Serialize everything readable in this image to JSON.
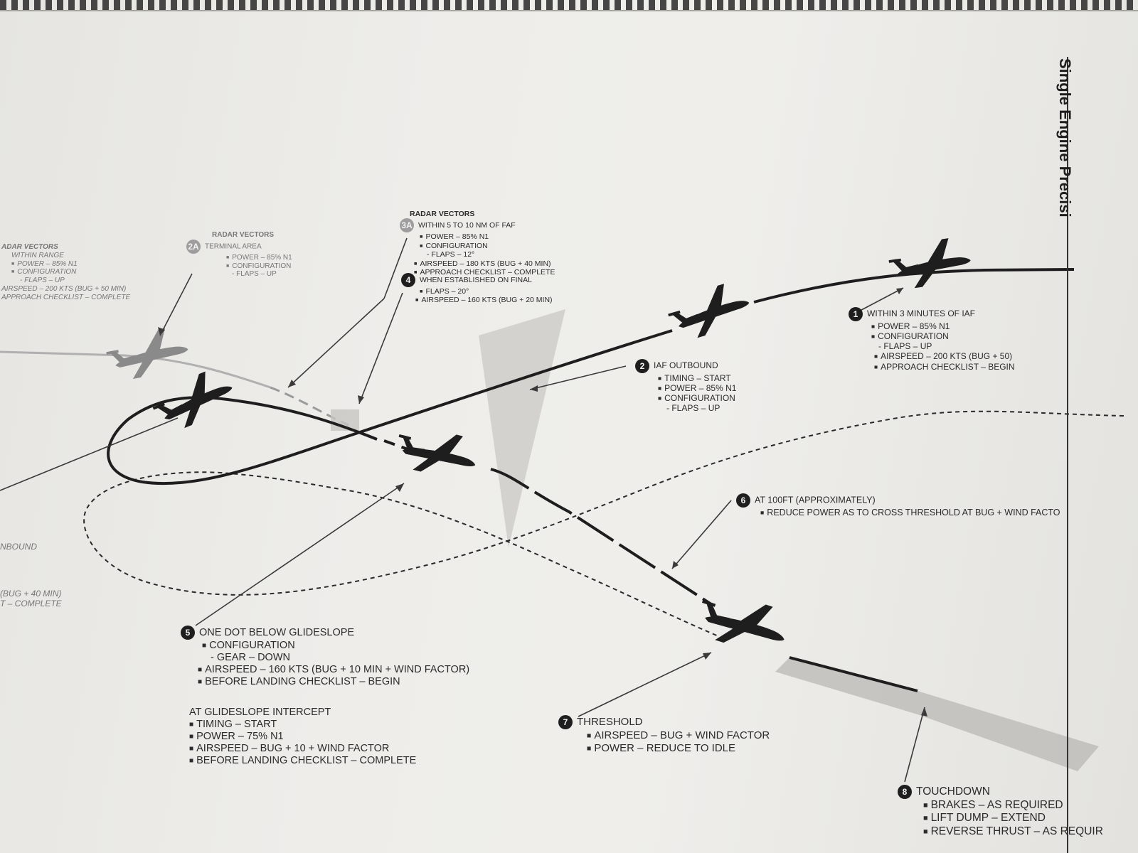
{
  "page": {
    "title": "Single Engine Precisi"
  },
  "callouts": {
    "c2a": {
      "header": "RADAR VECTORS",
      "badge": "2A",
      "lines": [
        "TERMINAL AREA",
        "POWER – 85% N1",
        "CONFIGURATION",
        "- FLAPS – UP"
      ]
    },
    "c1a": {
      "header": "ADAR VECTORS",
      "lines": [
        "WITHIN RANGE",
        "POWER – 85% N1",
        "CONFIGURATION",
        "- FLAPS – UP",
        "AIRSPEED – 200 KTS (BUG + 50 MIN)",
        "APPROACH CHECKLIST – COMPLETE"
      ]
    },
    "c3a": {
      "header": "RADAR VECTORS",
      "badge": "3A",
      "lines": [
        "WITHIN 5 TO 10 NM OF FAF",
        "POWER – 85% N1",
        "CONFIGURATION",
        "- FLAPS – 12°",
        "AIRSPEED – 180 KTS (BUG + 40 MIN)",
        "APPROACH CHECKLIST – COMPLETE"
      ]
    },
    "c4": {
      "badge": "4",
      "lines": [
        "WHEN ESTABLISHED ON FINAL",
        "FLAPS – 20°",
        "AIRSPEED – 160 KTS (BUG + 20 MIN)"
      ]
    },
    "c1": {
      "badge": "1",
      "lines": [
        "WITHIN 3 MINUTES OF IAF",
        "POWER – 85% N1",
        "CONFIGURATION",
        "- FLAPS – UP",
        "AIRSPEED – 200 KTS (BUG + 50)",
        "APPROACH CHECKLIST – BEGIN"
      ]
    },
    "c2": {
      "badge": "2",
      "lines": [
        "IAF OUTBOUND",
        "TIMING – START",
        "POWER – 85% N1",
        "CONFIGURATION",
        "- FLAPS – UP"
      ]
    },
    "c6": {
      "badge": "6",
      "lines": [
        "AT 100FT (APPROXIMATELY)",
        "REDUCE POWER AS TO CROSS THRESHOLD AT BUG + WIND FACTO"
      ]
    },
    "cleft": {
      "lines": [
        "NBOUND",
        "(BUG + 40 MIN)",
        "T – COMPLETE"
      ]
    },
    "c5": {
      "badge": "5",
      "lines": [
        "ONE DOT BELOW GLIDESLOPE",
        "CONFIGURATION",
        "- GEAR – DOWN",
        "AIRSPEED – 160 KTS (BUG + 10 MIN + WIND FACTOR)",
        "BEFORE LANDING CHECKLIST – BEGIN"
      ]
    },
    "cgs": {
      "header": "AT GLIDESLOPE INTERCEPT",
      "lines": [
        "TIMING – START",
        "POWER – 75% N1",
        "AIRSPEED – BUG + 10 + WIND FACTOR",
        "BEFORE LANDING CHECKLIST – COMPLETE"
      ]
    },
    "c7": {
      "badge": "7",
      "lines": [
        "THRESHOLD",
        "AIRSPEED – BUG + WIND FACTOR",
        "POWER – REDUCE TO IDLE"
      ]
    },
    "c8": {
      "badge": "8",
      "lines": [
        "TOUCHDOWN",
        "BRAKES – AS REQUIRED",
        "LIFT DUMP – EXTEND",
        "REVERSE THRUST – AS REQUIR"
      ]
    }
  },
  "colors": {
    "ink": "#1e1e1e",
    "faded": "#8a8a8a",
    "paper": "#efeeeb"
  }
}
